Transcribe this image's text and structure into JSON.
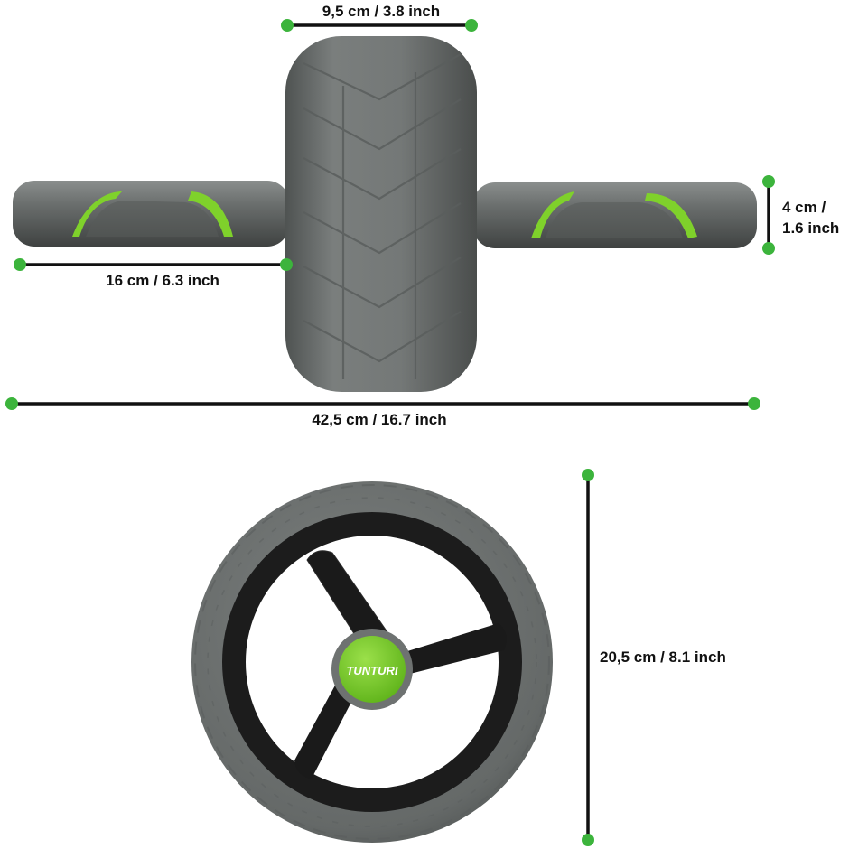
{
  "colors": {
    "accent_green": "#3cb43c",
    "lime_green": "#7fd12b",
    "tire_gray": "#6f7372",
    "handle_gray": "#5d6160",
    "spoke_black": "#1a1a1a",
    "line_black": "#111111"
  },
  "dimensions": {
    "wheel_width": "9,5 cm / 3.8 inch",
    "handle_length": "16 cm / 6.3 inch",
    "total_length": "42,5 cm / 16.7 inch",
    "handle_diameter_line1": "4 cm /",
    "handle_diameter_line2": "1.6 inch",
    "wheel_diameter": "20,5 cm / 8.1 inch"
  },
  "product": {
    "brand_logo": "TUNTURI"
  },
  "icons": [
    "dimension-endpoint-dot"
  ]
}
